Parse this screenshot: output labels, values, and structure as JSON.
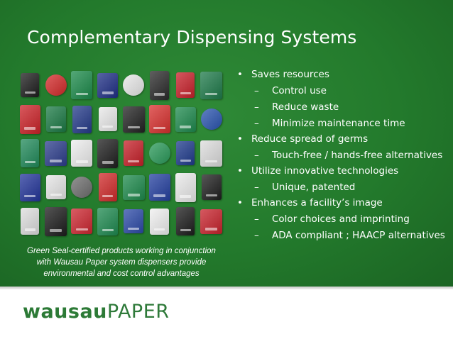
{
  "slide": {
    "title": "Complementary Dispensing Systems",
    "caption_lines": [
      "Green Seal-certified products working in conjunction",
      "with Wausau Paper system dispensers provide",
      "environmental and cost control advantages"
    ],
    "bullets": [
      {
        "text": "Saves resources",
        "sub": [
          "Control use",
          "Reduce waste",
          "Minimize maintenance time"
        ]
      },
      {
        "text": "Reduce spread of germs",
        "sub": [
          "Touch-free / hands-free alternatives"
        ]
      },
      {
        "text": "Utilize innovative technologies",
        "sub": [
          "Unique, patented"
        ]
      },
      {
        "text": "Enhances a facility’s image",
        "sub": [
          "Color choices and imprinting",
          "ADA compliant ; HAACP alternatives"
        ]
      }
    ],
    "bullet_marker": "•",
    "sub_marker": "–"
  },
  "footer": {
    "logo_word1": "wausau",
    "logo_word2": "PAPER"
  },
  "dispenser_grid": {
    "rows": [
      [
        "#1d1d1d",
        "#d42a2a",
        "#1b8a4a",
        "#1f2f86",
        "#e8e8e8",
        "#2a2a2a",
        "#c8202a",
        "#1e7a4a"
      ],
      [
        "#cc2228",
        "#1b7a45",
        "#243a8a",
        "#e9e9e9",
        "#222222",
        "#d8302e",
        "#1e8a4e",
        "#2a55b0"
      ],
      [
        "#208a5a",
        "#2c3d8c",
        "#eeeeee",
        "#1e1e1e",
        "#c61f28",
        "#2a9a5a",
        "#1e3a8c",
        "#dddddd"
      ],
      [
        "#23359a",
        "#e6e6e6",
        "#6e6e6e",
        "#d02a2a",
        "#1d8a4c",
        "#2440a0",
        "#eaeaea",
        "#1e1e1e"
      ],
      [
        "#dedede",
        "#1c1c1c",
        "#cd2630",
        "#1e8a50",
        "#2c4aa8",
        "#f0f0f0",
        "#1c1c1c",
        "#c8222c"
      ]
    ],
    "round_items": [
      "0.1",
      "0.4",
      "1.7",
      "2.5",
      "3.2"
    ]
  }
}
